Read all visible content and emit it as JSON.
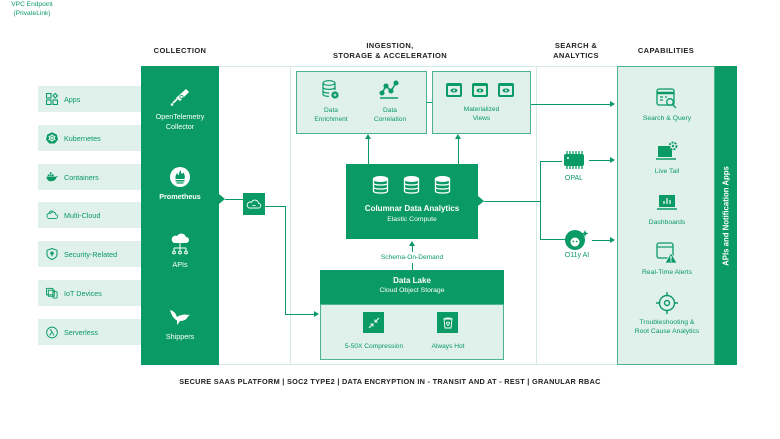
{
  "columns": {
    "collection": "COLLECTION",
    "ingestion_line1": "INGESTION,",
    "ingestion_line2": "STORAGE & ACCELERATION",
    "search_line1": "SEARCH &",
    "search_line2": "ANALYTICS",
    "capabilities": "CAPABILITIES"
  },
  "sources": [
    {
      "label": "Apps",
      "icon": "apps-icon"
    },
    {
      "label": "Kubernetes",
      "icon": "kubernetes-icon"
    },
    {
      "label": "Containers",
      "icon": "docker-icon"
    },
    {
      "label": "Multi-Cloud",
      "icon": "cloud-icon"
    },
    {
      "label": "Security-Related",
      "icon": "shield-icon"
    },
    {
      "label": "IoT Devices",
      "icon": "devices-icon"
    },
    {
      "label": "Serverless",
      "icon": "lambda-icon"
    }
  ],
  "collection": [
    {
      "line1": "OpenTelemetry",
      "line2": "Collector",
      "icon": "telescope-icon"
    },
    {
      "line1": "Prometheus",
      "line2": "",
      "icon": "prometheus-icon"
    },
    {
      "line1": "APIs",
      "line2": "",
      "icon": "api-cloud-icon"
    },
    {
      "line1": "Shippers",
      "line2": "",
      "icon": "bird-icon"
    }
  ],
  "vpc": {
    "line1": "VPC Endpoint",
    "line2": "(PrivateLink)"
  },
  "processing": {
    "enrichment": {
      "line1": "Data",
      "line2": "Enrichment"
    },
    "correlation": {
      "line1": "Data",
      "line2": "Correlation"
    },
    "materialized": {
      "line1": "Materialized",
      "line2": "Views"
    }
  },
  "analytics": {
    "title": "Columnar Data Analytics",
    "subtitle": "Elastic Compute"
  },
  "schema_label": "Schema-On-Demand",
  "datalake": {
    "title": "Data Lake",
    "subtitle": "Cloud Object Storage",
    "compression": "5-50X Compression",
    "hot": "Always Hot"
  },
  "search": {
    "opal": "OPAL",
    "ai": "O11y AI"
  },
  "capabilities": [
    {
      "line1": "Search & Query",
      "line2": "",
      "icon": "search-table-icon"
    },
    {
      "line1": "Live Tail",
      "line2": "",
      "icon": "laptop-gear-icon"
    },
    {
      "line1": "Dashboards",
      "line2": "",
      "icon": "dashboard-icon"
    },
    {
      "line1": "Real-Time Alerts",
      "line2": "",
      "icon": "alert-icon"
    },
    {
      "line1": "Troubleshooting &",
      "line2": "Root Cause Analytics",
      "icon": "target-icon"
    }
  ],
  "api_bar": "APIs and Notification Apps",
  "footer": "SECURE SAAS PLATFORM | SOC2 TYPE2 | DATA ENCRYPTION IN - TRANSIT AND AT - REST | GRANULAR RBAC"
}
